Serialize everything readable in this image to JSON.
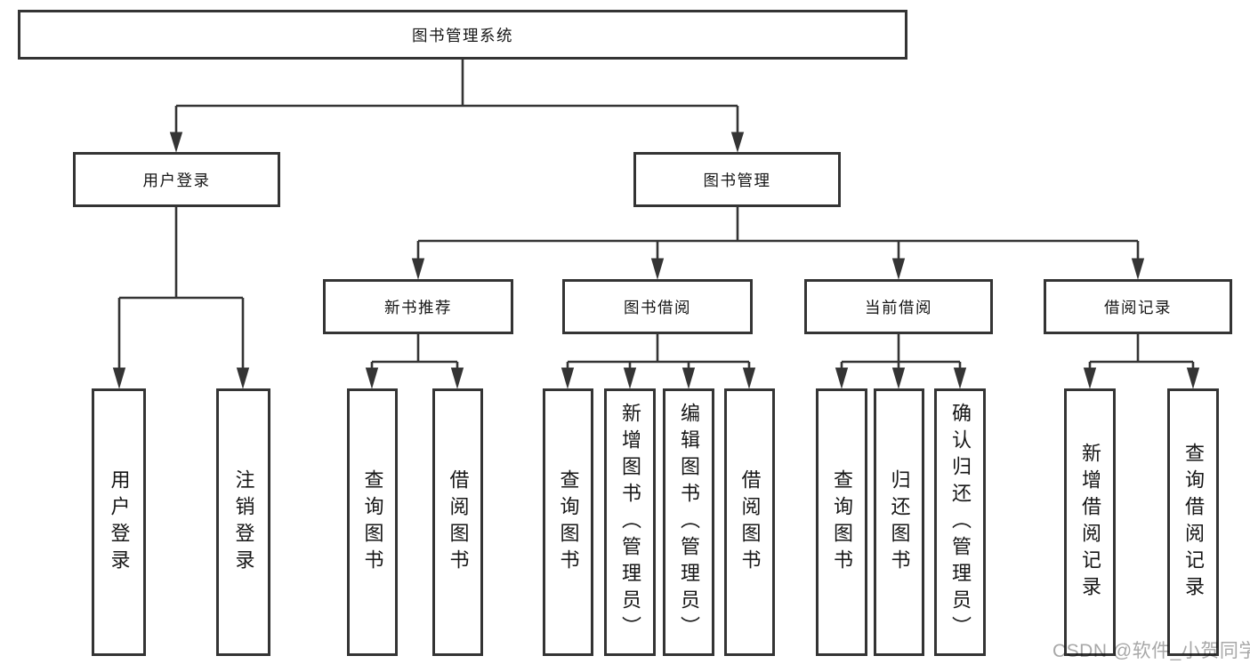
{
  "diagram": {
    "title": "图书管理系统",
    "tree": {
      "root": "图书管理系统",
      "children": [
        {
          "label": "用户登录",
          "children": [
            {
              "label": "用户登录"
            },
            {
              "label": "注销登录"
            }
          ]
        },
        {
          "label": "图书管理",
          "children": [
            {
              "label": "新书推荐",
              "children": [
                {
                  "label": "查询图书"
                },
                {
                  "label": "借阅图书"
                }
              ]
            },
            {
              "label": "图书借阅",
              "children": [
                {
                  "label": "查询图书"
                },
                {
                  "label": "新增图书（管理员）"
                },
                {
                  "label": "编辑图书（管理员）"
                },
                {
                  "label": "借阅图书"
                }
              ]
            },
            {
              "label": "当前借阅",
              "children": [
                {
                  "label": "查询图书"
                },
                {
                  "label": "归还图书"
                },
                {
                  "label": "确认归还（管理员）"
                }
              ]
            },
            {
              "label": "借阅记录",
              "children": [
                {
                  "label": "新增借阅记录"
                },
                {
                  "label": "查询借阅记录"
                }
              ]
            }
          ]
        }
      ]
    },
    "colors": {
      "line": "#343434",
      "box_border": "#343434",
      "text": "#161616",
      "background": "#ffffff",
      "watermark": "#a8a8a8"
    }
  },
  "watermark": {
    "text": "CSDN @软件_小贺同学"
  }
}
